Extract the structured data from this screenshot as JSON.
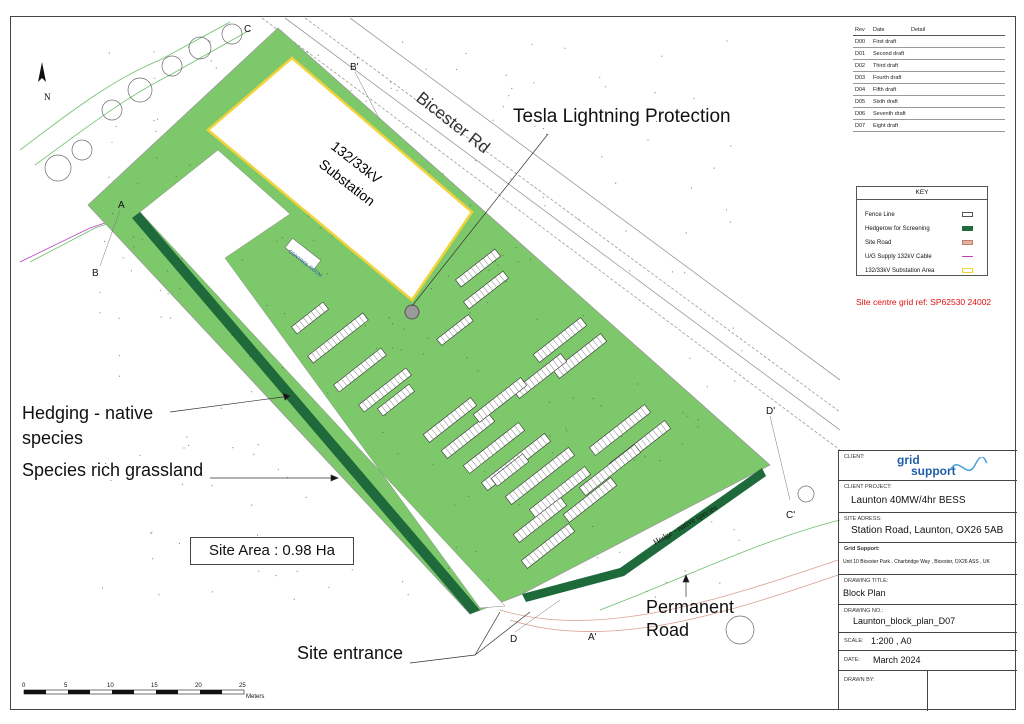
{
  "map": {
    "road_name": "Bicester Rd",
    "substation_label": [
      "132/33kV",
      "Substation"
    ],
    "control_room_label": "CONTROL ROOM",
    "hedge_label": "Hedge - native species",
    "north_label": "N",
    "section_markers": [
      "A",
      "A'",
      "B",
      "B'",
      "C",
      "C'",
      "D",
      "D'"
    ]
  },
  "callouts": {
    "tesla": "Tesla Lightning Protection",
    "hedging_line1": "Hedging  - native",
    "hedging_line2": "species",
    "grassland": "Species rich grassland",
    "site_area": "Site Area : 0.98 Ha",
    "permanent_road_line1": "Permanent",
    "permanent_road_line2": "Road",
    "site_entrance": "Site entrance"
  },
  "revisions": {
    "headers": [
      "Rev",
      "Date",
      "Detail"
    ],
    "rows": [
      {
        "rev": "D00",
        "date": "First draft"
      },
      {
        "rev": "D01",
        "date": "Second draft"
      },
      {
        "rev": "D02",
        "date": "Third draft"
      },
      {
        "rev": "D03",
        "date": "Fourth draft"
      },
      {
        "rev": "D04",
        "date": "Fifth draft"
      },
      {
        "rev": "D05",
        "date": "Sixth draft"
      },
      {
        "rev": "D06",
        "date": "Seventh draft"
      },
      {
        "rev": "D07",
        "date": "Eight draft"
      }
    ]
  },
  "key": {
    "title": "KEY",
    "items": [
      {
        "label": "Fence Line",
        "color": "#ffffff"
      },
      {
        "label": "Hedgerow for Screening",
        "color": "#1f6b3a"
      },
      {
        "label": "Site Road",
        "color": "#e8b0a0"
      },
      {
        "label": "U/G Supply 132kV Cable",
        "color": "#c040c0"
      },
      {
        "label": "132/33kV Substation Area",
        "color": "#f2d23a"
      }
    ]
  },
  "grid_ref": "Site centre  grid ref:  SP62530 24002",
  "title_block": {
    "client_label": "CLIENT:",
    "client_logo_line1": "grid",
    "client_logo_line2": "support",
    "project_label": "CLIENT PROJECT:",
    "project": "Launton 40MW/4hr BESS",
    "address_label": "SITE ADRESS:",
    "address": "Station Road, Launton, OX26 5AB",
    "company_label": "Grid Support:",
    "company_address": "Unit 10 Bicester Park , Charbridge Way , Bicester, OX26 ASS , UK",
    "drawing_title_label": "DRAWING TITLE:",
    "drawing_title": "Block Plan",
    "drawing_no_label": "DRAWING NO.:",
    "drawing_no": "Launton_block_plan_D07",
    "scale_label": "SCALE:",
    "scale": "1:200 , A0",
    "date_label": "DATE:",
    "date": "March  2024",
    "drawn_by_label": "DRAWN BY:"
  },
  "scale_bar": {
    "ticks": [
      "0",
      "5",
      "10",
      "15",
      "20",
      "25"
    ],
    "unit": "Meters"
  },
  "colors": {
    "site_green": "#7dc86a",
    "hedge_dark": "#1e6a3a",
    "substation_border": "#f2d23a",
    "red_text": "#e01010",
    "logo_blue": "#1f5fa8"
  }
}
